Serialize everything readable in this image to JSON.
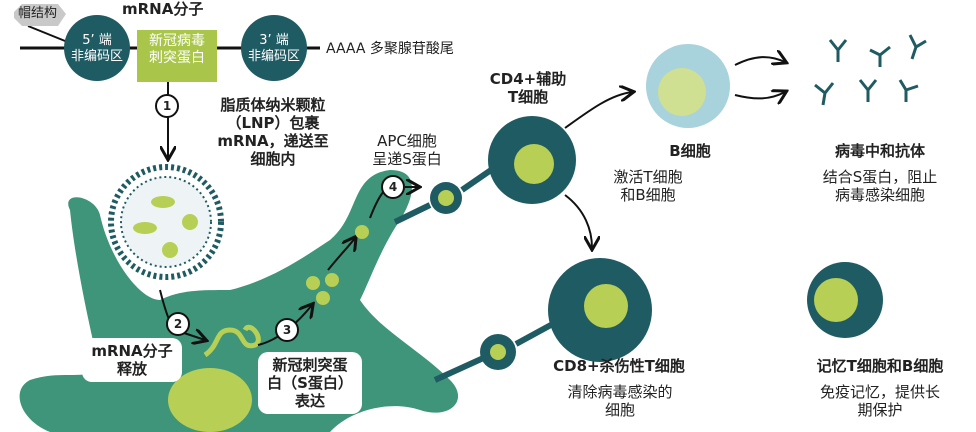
{
  "colors": {
    "teal": "#1f5b63",
    "cell": "#3f9579",
    "light_green": "#b7cf55",
    "pale_blue": "#a8d2dc"
  },
  "mrna": {
    "title": "mRNA分子",
    "cap": "帽结构",
    "utr5": [
      "5’ 端",
      "非编码区"
    ],
    "spike": [
      "新冠病毒",
      "刺突蛋白"
    ],
    "utr3": [
      "3’ 端",
      "非编码区"
    ],
    "polya": "AAAA 多聚腺苷酸尾"
  },
  "steps": {
    "1": "1",
    "2": "2",
    "3": "3",
    "4": "4"
  },
  "labels": {
    "lnp": [
      "脂质体纳米颗粒",
      "（LNP）包裹",
      "mRNA，递送至",
      "细胞内"
    ],
    "release": [
      "mRNA分子",
      "释放"
    ],
    "express": [
      "新冠刺突蛋",
      "白（S蛋白）",
      "表达"
    ],
    "apc": [
      "APC细胞",
      "呈递S蛋白"
    ],
    "cd4": [
      "CD4+辅助",
      "T细胞"
    ],
    "bcell_title": "B细胞",
    "bcell_desc": [
      "激活T细胞",
      "和B细胞"
    ],
    "antibody_title": "病毒中和抗体",
    "antibody_desc": [
      "结合S蛋白，阻止",
      "病毒感染细胞"
    ],
    "cd8_title": "CD8+杀伤性T细胞",
    "cd8_desc": [
      "清除病毒感染的",
      "细胞"
    ],
    "memory_title": "记忆T细胞和B细胞",
    "memory_desc": [
      "免疫记忆，提供长",
      "期保护"
    ]
  }
}
